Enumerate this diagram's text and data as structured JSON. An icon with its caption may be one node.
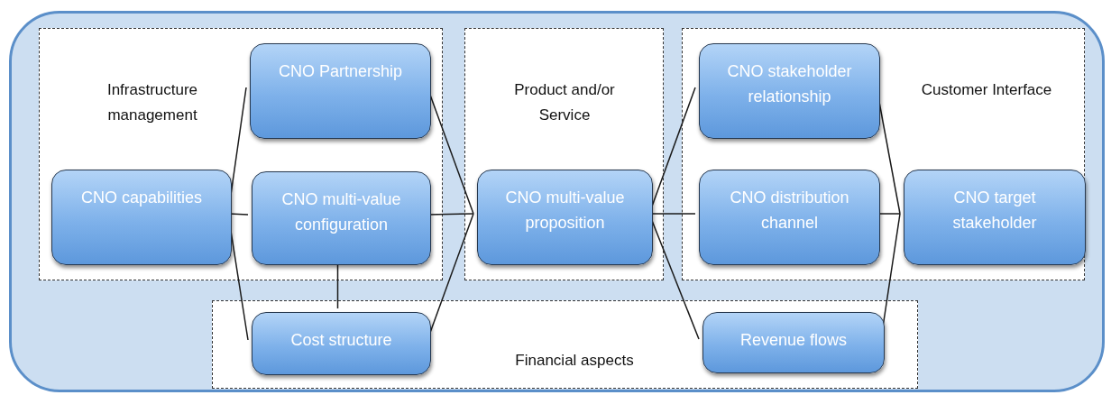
{
  "diagram": {
    "nodes": [
      {
        "text": [],
        "shape": "box"
      },
      {
        "text": [
          "Infrastructure management"
        ],
        "in": 0
      },
      {
        "text": [
          "Product and/or Service"
        ],
        "in": 0
      },
      {
        "text": [
          "Customer Interface"
        ],
        "in": 0
      },
      {
        "text": [
          "Financial aspects"
        ],
        "in": 0
      },
      {
        "text": [
          "CNO capabilities"
        ],
        "in": 1
      },
      {
        "text": [
          "CNO Partnership"
        ],
        "in": 1
      },
      {
        "text": [
          "CNO multi-value configuration"
        ],
        "in": 1
      },
      {
        "text": [
          "CNO multi-value proposition"
        ],
        "in": 2
      },
      {
        "text": [
          "CNO stakeholder relationship"
        ],
        "in": 3
      },
      {
        "text": [
          "CNO distribution channel"
        ],
        "in": 3
      },
      {
        "text": [
          "CNO target stakeholder"
        ],
        "in": 3
      },
      {
        "text": [
          "Cost structure"
        ],
        "in": 4
      },
      {
        "text": [
          "Revenue flows"
        ],
        "in": 4
      }
    ],
    "edges": [
      {
        "from": 5,
        "to": 6,
        "arrow": "none"
      },
      {
        "from": 5,
        "to": 7,
        "arrow": "none"
      },
      {
        "from": 5,
        "to": 12,
        "arrow": "none"
      },
      {
        "from": 6,
        "to": 8,
        "arrow": "none"
      },
      {
        "from": 7,
        "to": 8,
        "arrow": "none"
      },
      {
        "from": 12,
        "to": 8,
        "arrow": "none"
      },
      {
        "from": 7,
        "to": 12,
        "arrow": "none"
      },
      {
        "from": 8,
        "to": 9,
        "arrow": "none"
      },
      {
        "from": 8,
        "to": 10,
        "arrow": "none"
      },
      {
        "from": 8,
        "to": 13,
        "arrow": "none"
      },
      {
        "from": 9,
        "to": 11,
        "arrow": "none"
      },
      {
        "from": 10,
        "to": 11,
        "arrow": "none"
      },
      {
        "from": 13,
        "to": 11,
        "arrow": "none"
      }
    ]
  }
}
